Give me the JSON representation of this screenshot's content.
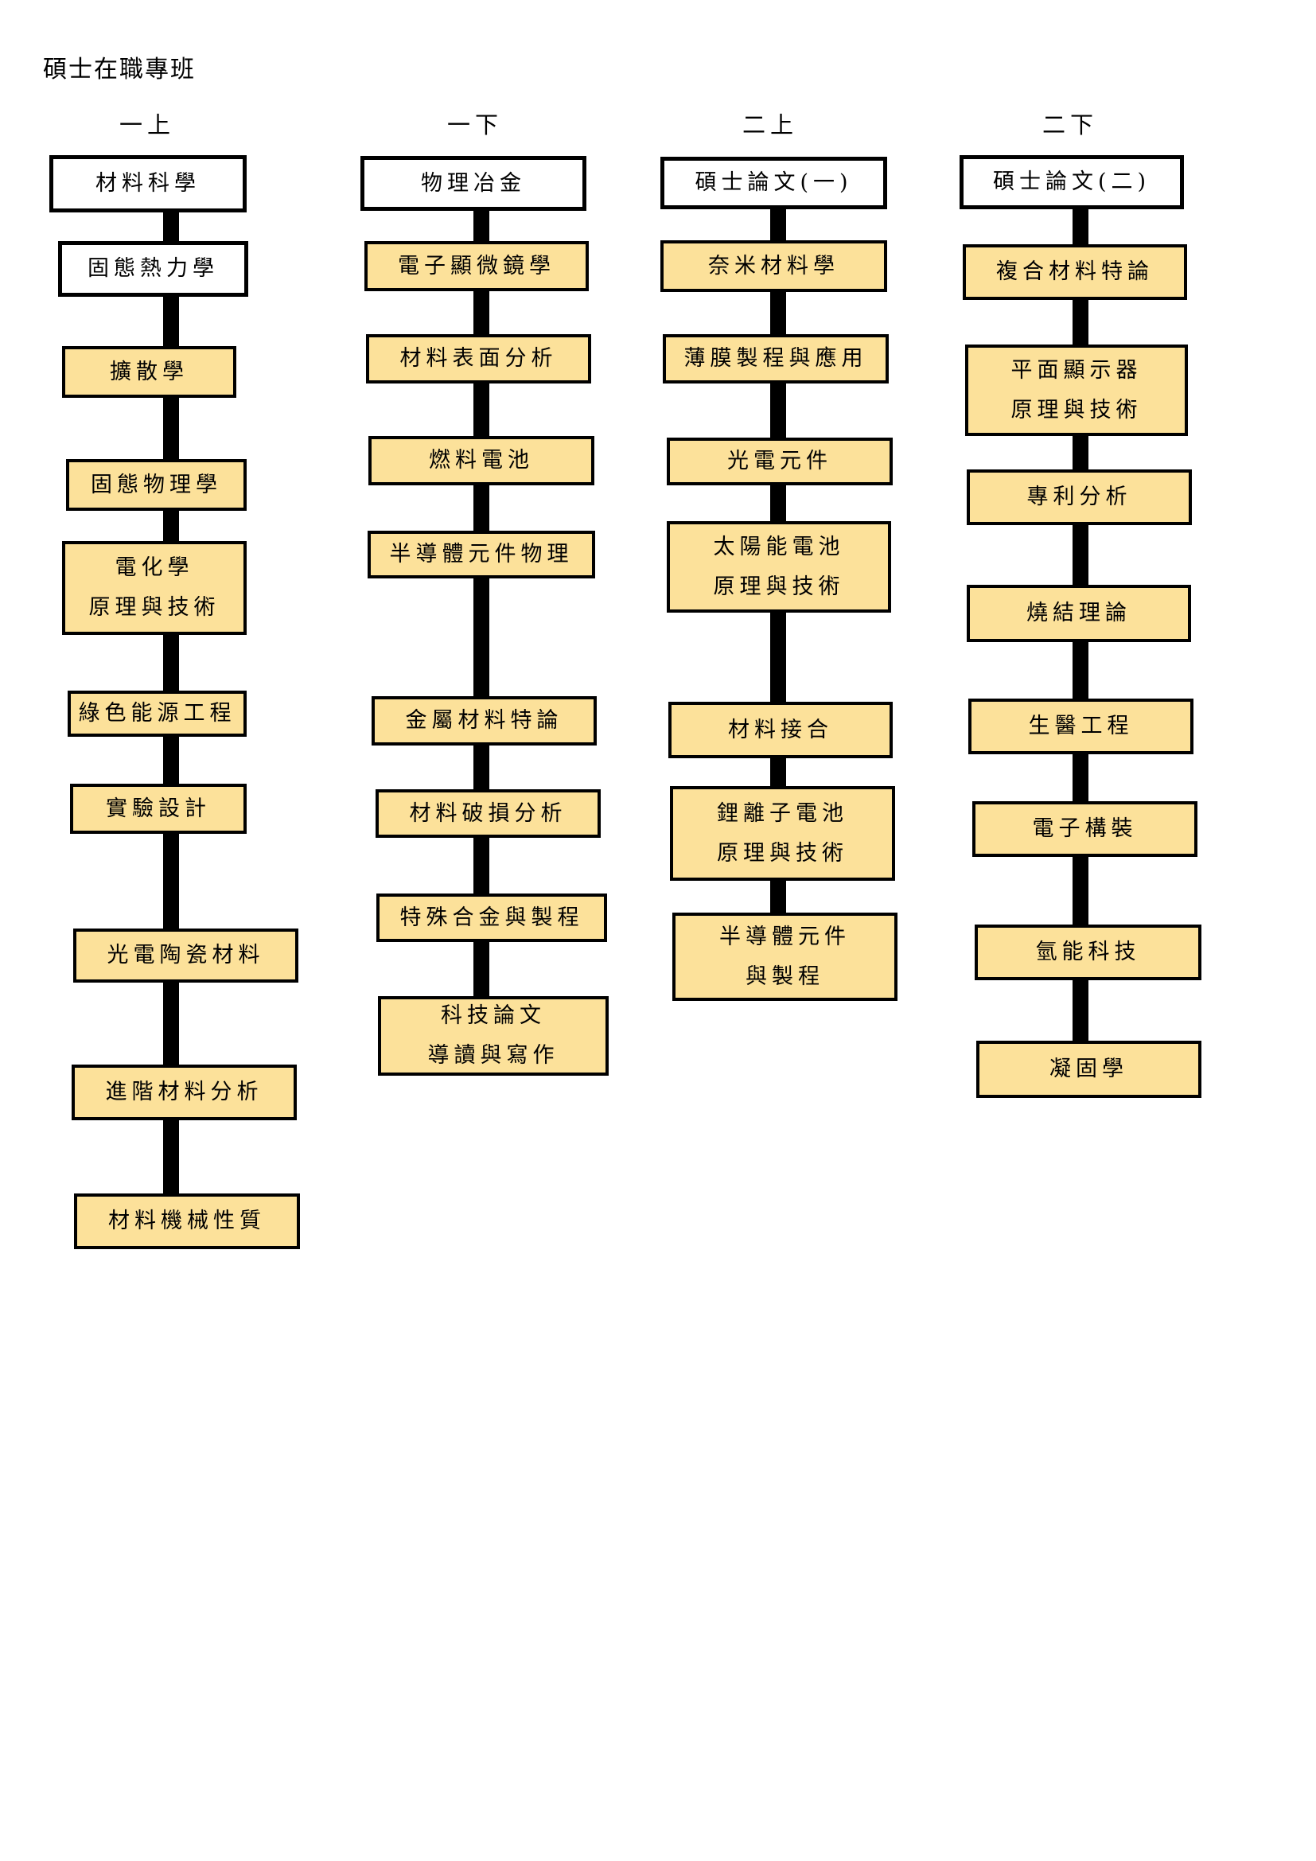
{
  "title": "碩士在職專班",
  "colors": {
    "background": "#FFFFFF",
    "course_fill": "#FCE19A",
    "prerequisite_fill": "#FFFFFF",
    "border": "#000000",
    "connector": "#000000",
    "text": "#000000"
  },
  "columns": [
    {
      "header": "一上",
      "courses": [
        {
          "label": "材料科學",
          "variant": "white"
        },
        {
          "label": "固態熱力學",
          "variant": "white"
        },
        {
          "label": "擴散學",
          "variant": "yellow"
        },
        {
          "label": "固態物理學",
          "variant": "yellow"
        },
        {
          "label": "電化學\n原理與技術",
          "variant": "yellow"
        },
        {
          "label": "綠色能源工程",
          "variant": "yellow"
        },
        {
          "label": "實驗設計",
          "variant": "yellow"
        },
        {
          "label": "光電陶瓷材料",
          "variant": "yellow"
        },
        {
          "label": "進階材料分析",
          "variant": "yellow"
        },
        {
          "label": "材料機械性質",
          "variant": "yellow"
        }
      ]
    },
    {
      "header": "一下",
      "courses": [
        {
          "label": "物理冶金",
          "variant": "white"
        },
        {
          "label": "電子顯微鏡學",
          "variant": "yellow"
        },
        {
          "label": "材料表面分析",
          "variant": "yellow"
        },
        {
          "label": "燃料電池",
          "variant": "yellow"
        },
        {
          "label": "半導體元件物理",
          "variant": "yellow"
        },
        {
          "label": "金屬材料特論",
          "variant": "yellow"
        },
        {
          "label": "材料破損分析",
          "variant": "yellow"
        },
        {
          "label": "特殊合金與製程",
          "variant": "yellow"
        },
        {
          "label": "科技論文\n導讀與寫作",
          "variant": "yellow"
        }
      ]
    },
    {
      "header": "二上",
      "courses": [
        {
          "label": "碩士論文(一)",
          "variant": "white"
        },
        {
          "label": "奈米材料學",
          "variant": "yellow"
        },
        {
          "label": "薄膜製程與應用",
          "variant": "yellow"
        },
        {
          "label": "光電元件",
          "variant": "yellow"
        },
        {
          "label": "太陽能電池\n原理與技術",
          "variant": "yellow"
        },
        {
          "label": "材料接合",
          "variant": "yellow"
        },
        {
          "label": "鋰離子電池\n原理與技術",
          "variant": "yellow"
        },
        {
          "label": "半導體元件\n與製程",
          "variant": "yellow"
        }
      ]
    },
    {
      "header": "二下",
      "courses": [
        {
          "label": "碩士論文(二)",
          "variant": "white"
        },
        {
          "label": "複合材料特論",
          "variant": "yellow"
        },
        {
          "label": "平面顯示器\n原理與技術",
          "variant": "yellow"
        },
        {
          "label": "專利分析",
          "variant": "yellow"
        },
        {
          "label": "燒結理論",
          "variant": "yellow"
        },
        {
          "label": "生醫工程",
          "variant": "yellow"
        },
        {
          "label": "電子構裝",
          "variant": "yellow"
        },
        {
          "label": "氫能科技",
          "variant": "yellow"
        },
        {
          "label": "凝固學",
          "variant": "yellow"
        }
      ]
    }
  ]
}
